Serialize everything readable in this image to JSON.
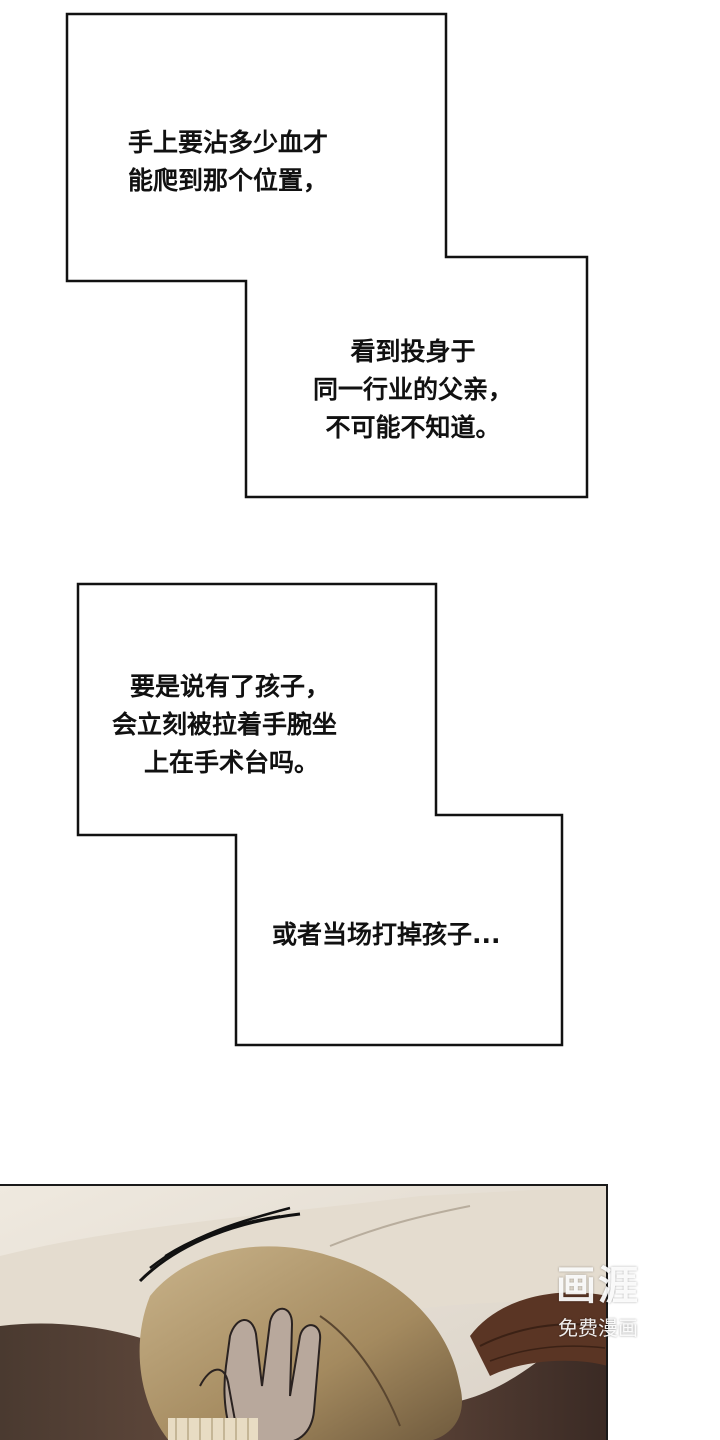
{
  "bubbles": [
    {
      "lines": [
        "手上要沾多少血才",
        "能爬到那个位置，"
      ]
    },
    {
      "lines": [
        "看到投身于",
        "同一行业的父亲，",
        "不可能不知道。"
      ]
    },
    {
      "lines": [
        "要是说有了孩子，",
        "会立刻被拉着手腕坐",
        "上在手术台吗。"
      ]
    },
    {
      "lines": [
        "或者当场打掉孩子..."
      ]
    }
  ],
  "watermark": {
    "logo": "画涯",
    "sub": "免费漫画"
  }
}
